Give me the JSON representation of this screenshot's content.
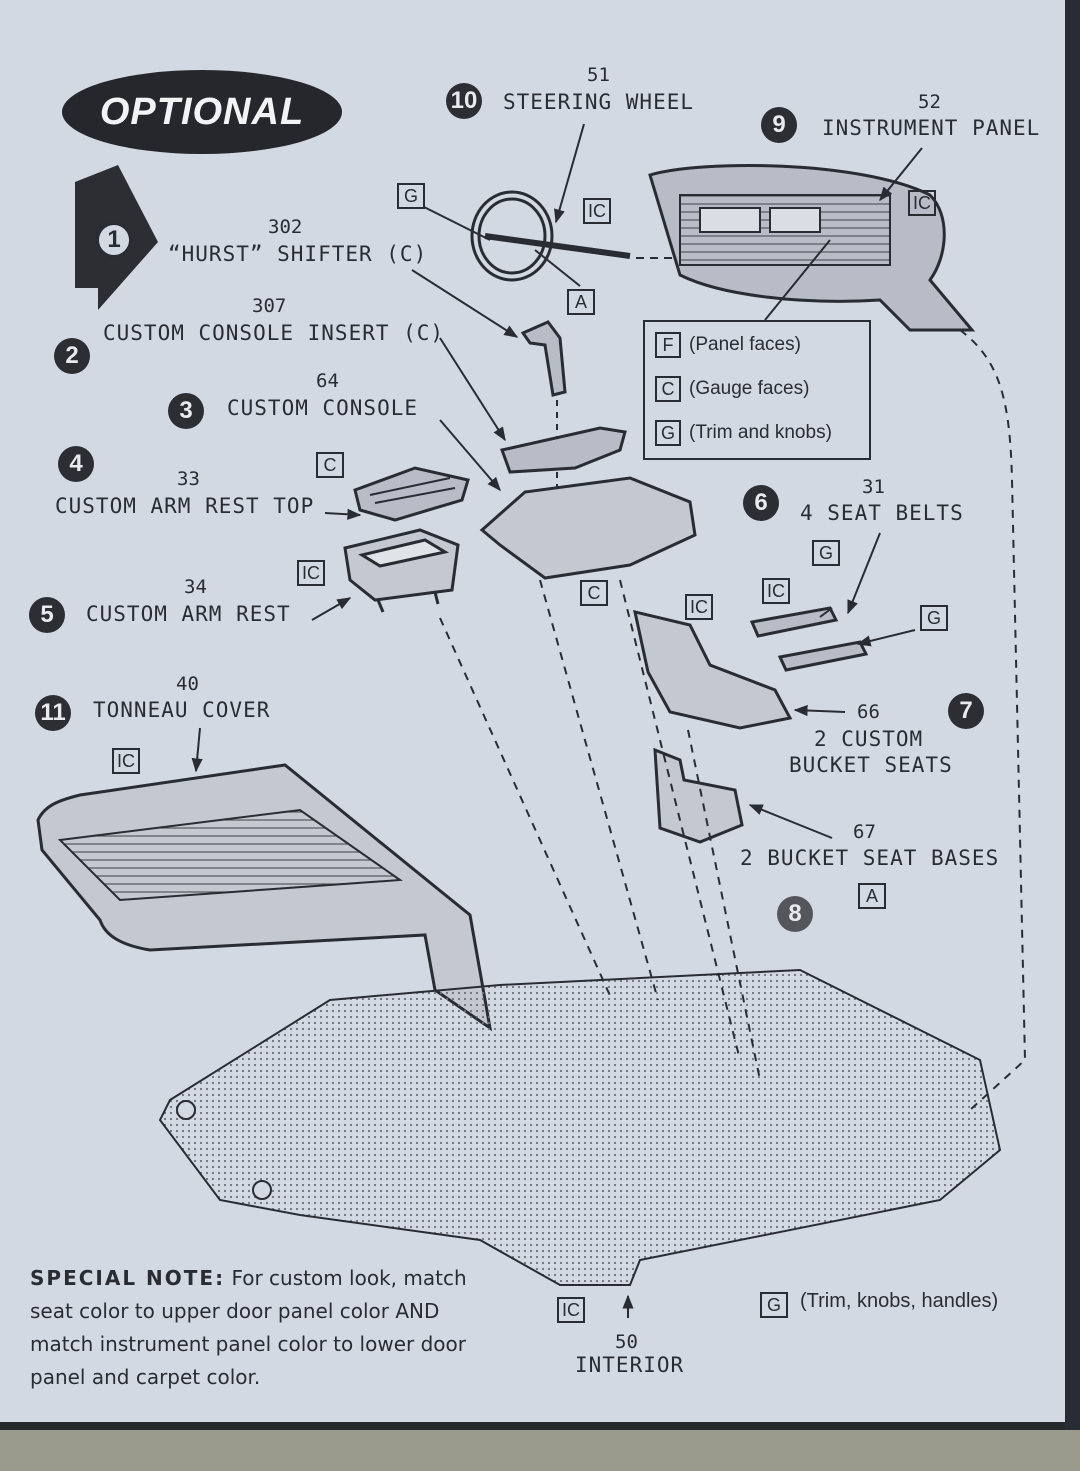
{
  "header": {
    "badge": "OPTIONAL"
  },
  "parts": {
    "steering_wheel": {
      "step": "10",
      "number": "51",
      "name": "STEERING WHEEL",
      "color": "IC",
      "color_left": "G",
      "color_hub": "A"
    },
    "instrument_panel": {
      "step": "9",
      "number": "52",
      "name": "INSTRUMENT PANEL",
      "color": "IC"
    },
    "hurst_shifter": {
      "step": "1",
      "number": "302",
      "name": "“HURST” SHIFTER (C)"
    },
    "console_insert": {
      "step": "2",
      "number": "307",
      "name": "CUSTOM CONSOLE INSERT (C)"
    },
    "console": {
      "step": "3",
      "number": "64",
      "name": "CUSTOM CONSOLE",
      "color": "C"
    },
    "arm_rest_top": {
      "step": "4",
      "number": "33",
      "name": "CUSTOM ARM REST TOP",
      "color": "C"
    },
    "arm_rest": {
      "step": "5",
      "number": "34",
      "name": "CUSTOM ARM REST",
      "color": "IC"
    },
    "seat_belts": {
      "step": "6",
      "number": "31",
      "name": "4 SEAT BELTS",
      "color_a": "G",
      "color_b": "IC",
      "color_c": "G"
    },
    "bucket_seats": {
      "step": "7",
      "number": "66",
      "name_line1": "2 CUSTOM",
      "name_line2": "BUCKET SEATS",
      "color": "IC"
    },
    "seat_bases": {
      "step": "8",
      "number": "67",
      "name": "2 BUCKET SEAT BASES",
      "color": "A"
    },
    "tonneau_cover": {
      "step": "11",
      "number": "40",
      "name": "TONNEAU COVER",
      "color": "IC"
    },
    "interior": {
      "number": "50",
      "name": "INTERIOR",
      "color": "IC",
      "color_g": "G",
      "color_g_text": "(Trim, knobs, handles)"
    }
  },
  "legend": [
    {
      "code": "F",
      "text": "(Panel faces)"
    },
    {
      "code": "C",
      "text": "(Gauge faces)"
    },
    {
      "code": "G",
      "text": "(Trim and knobs)"
    }
  ],
  "note": {
    "heading": "SPECIAL NOTE:",
    "body": "For custom look, match seat color to upper door panel color AND match instrument panel color to lower door panel and carpet color."
  },
  "colors": {
    "paper": "#d3d9e2",
    "ink": "#2a2c33",
    "badge": "#26272c",
    "table": "#8a8c84"
  },
  "icons": {
    "pointer": "arrow-right-icon",
    "steps": "numbered-circle-icon"
  }
}
